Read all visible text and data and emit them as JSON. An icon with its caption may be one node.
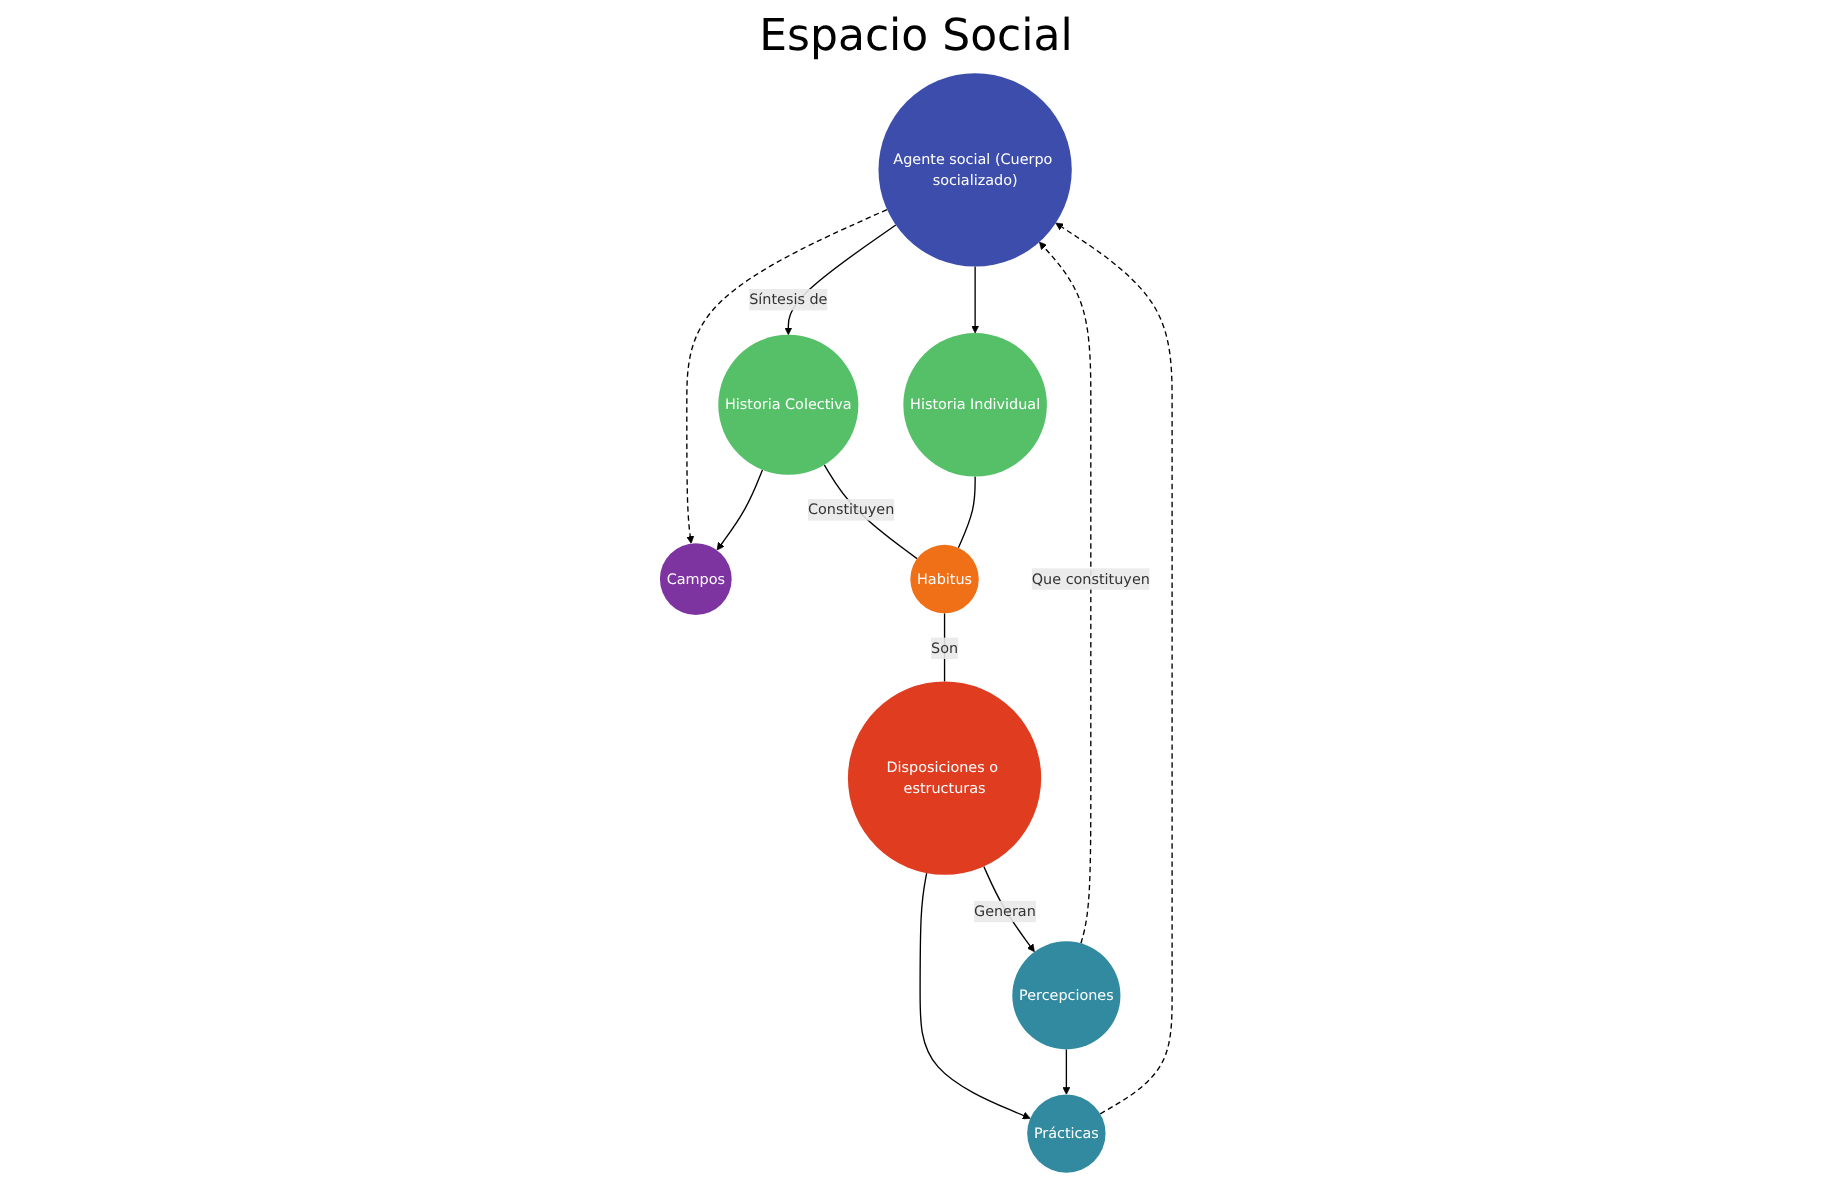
{
  "diagram": {
    "title": "Espacio Social",
    "nodes": [
      {
        "text": [
          "Agente social (Cuerpo socializado)"
        ]
      },
      {
        "text": [
          "Campos"
        ]
      },
      {
        "text": [
          "Historia Colectiva"
        ]
      },
      {
        "text": [
          "Historia Individual"
        ]
      },
      {
        "text": [
          "Habitus"
        ]
      },
      {
        "text": [
          "Disposiciones o estructuras"
        ]
      },
      {
        "text": [
          "Percepciones"
        ]
      },
      {
        "text": [
          "Prácticas"
        ]
      }
    ],
    "edges": [
      {
        "from": 0,
        "to": 1,
        "arrow": "to",
        "style": "dashed"
      },
      {
        "from": 0,
        "to": 2,
        "arrow": "to",
        "label": "Síntesis de"
      },
      {
        "from": 0,
        "to": 3,
        "arrow": "to"
      },
      {
        "from": 2,
        "to": 1,
        "arrow": "to"
      },
      {
        "from": 2,
        "to": 4,
        "arrow": "none",
        "label": "Constituyen"
      },
      {
        "from": 3,
        "to": 4,
        "arrow": "none"
      },
      {
        "from": 4,
        "to": 5,
        "arrow": "none",
        "label": "Son"
      },
      {
        "from": 5,
        "to": 6,
        "arrow": "to",
        "label": "Generan"
      },
      {
        "from": 5,
        "to": 7,
        "arrow": "to"
      },
      {
        "from": 6,
        "to": 7,
        "arrow": "to"
      },
      {
        "from": 6,
        "to": 0,
        "arrow": "to",
        "style": "dashed",
        "label": "Que constituyen"
      },
      {
        "from": 7,
        "to": 0,
        "arrow": "to",
        "style": "dashed"
      }
    ]
  }
}
